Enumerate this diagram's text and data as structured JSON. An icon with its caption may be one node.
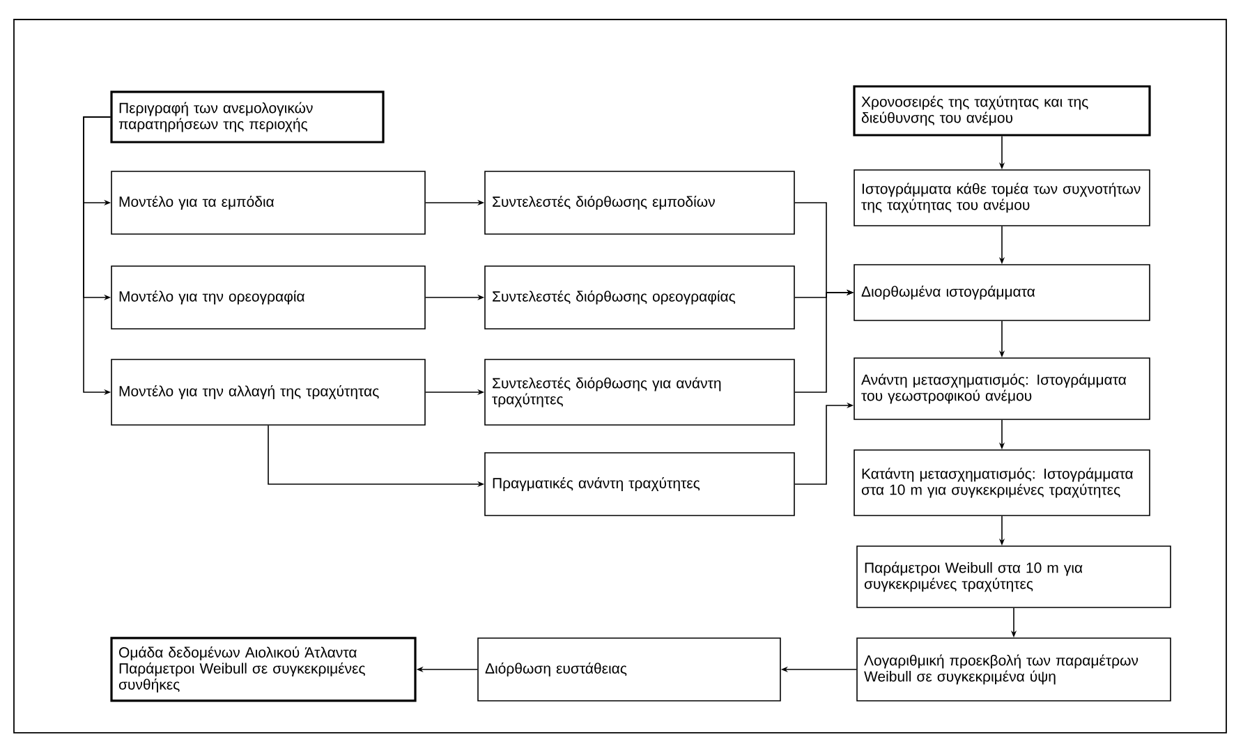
{
  "diagram": {
    "nodes": [
      {
        "text": [
          "Περιγραφή των ανεμολογικών παρατηρήσεων της περιοχής"
        ]
      },
      {
        "text": [
          "Μοντέλο για τα εμπόδια"
        ]
      },
      {
        "text": [
          "Μοντέλο για την ορεογραφία"
        ]
      },
      {
        "text": [
          "Μοντέλο για την αλλαγή της τραχύτητας"
        ]
      },
      {
        "text": [
          "Συντελεστές διόρθωσης εμποδίων"
        ]
      },
      {
        "text": [
          "Συντελεστές διόρθωσης ορεογραφίας"
        ]
      },
      {
        "text": [
          "Συντελεστές διόρθωσης για ανάντη τραχύτητες"
        ]
      },
      {
        "text": [
          "Πραγματικές ανάντη τραχύτητες"
        ]
      },
      {
        "text": [
          "Χρονοσειρές της ταχύτητας και της διεύθυνσης του ανέμου"
        ]
      },
      {
        "text": [
          "Ιστογράμματα κάθε τομέα των συχνοτήτων της ταχύτητας του ανέμου"
        ]
      },
      {
        "text": [
          "Διορθωμένα ιστογράμματα"
        ]
      },
      {
        "text": [
          "Ανάντη μετασχηματισμός: Ιστογράμματα του γεωστροφικού ανέμου"
        ]
      },
      {
        "text": [
          "Κατάντη μετασχηματισμός: Ιστογράμματα στα 10 m για συγκεκριμένες τραχύτητες"
        ]
      },
      {
        "text": [
          "Παράμετροι Weibull στα 10 m για συγκεκριμένες τραχύτητες"
        ]
      },
      {
        "text": [
          "Λογαριθμική προεκβολή των παραμέτρων Weibull σε συγκεκριμένα ύψη"
        ]
      },
      {
        "text": [
          "Διόρθωση ευστάθειας"
        ]
      },
      {
        "text": [
          "Ομάδα δεδομένων Αιολικού Άτλαντα Παράμετροι Weibull σε συγκεκριμένες συνθήκες"
        ]
      }
    ],
    "edges": [
      {
        "from": 0,
        "to": 1,
        "arrow": "to"
      },
      {
        "from": 0,
        "to": 2,
        "arrow": "to"
      },
      {
        "from": 0,
        "to": 3,
        "arrow": "to"
      },
      {
        "from": 1,
        "to": 4,
        "arrow": "to"
      },
      {
        "from": 2,
        "to": 5,
        "arrow": "to"
      },
      {
        "from": 3,
        "to": 6,
        "arrow": "to"
      },
      {
        "from": 3,
        "to": 7,
        "arrow": "to"
      },
      {
        "from": 4,
        "to": 10,
        "arrow": "to"
      },
      {
        "from": 5,
        "to": 10,
        "arrow": "to"
      },
      {
        "from": 6,
        "to": 10,
        "arrow": "to"
      },
      {
        "from": 7,
        "to": 11,
        "arrow": "to"
      },
      {
        "from": 8,
        "to": 9,
        "arrow": "to"
      },
      {
        "from": 9,
        "to": 10,
        "arrow": "to"
      },
      {
        "from": 10,
        "to": 11,
        "arrow": "to"
      },
      {
        "from": 11,
        "to": 12,
        "arrow": "to"
      },
      {
        "from": 12,
        "to": 13,
        "arrow": "to"
      },
      {
        "from": 13,
        "to": 14,
        "arrow": "to"
      },
      {
        "from": 14,
        "to": 15,
        "arrow": "to"
      },
      {
        "from": 15,
        "to": 16,
        "arrow": "to"
      }
    ]
  }
}
